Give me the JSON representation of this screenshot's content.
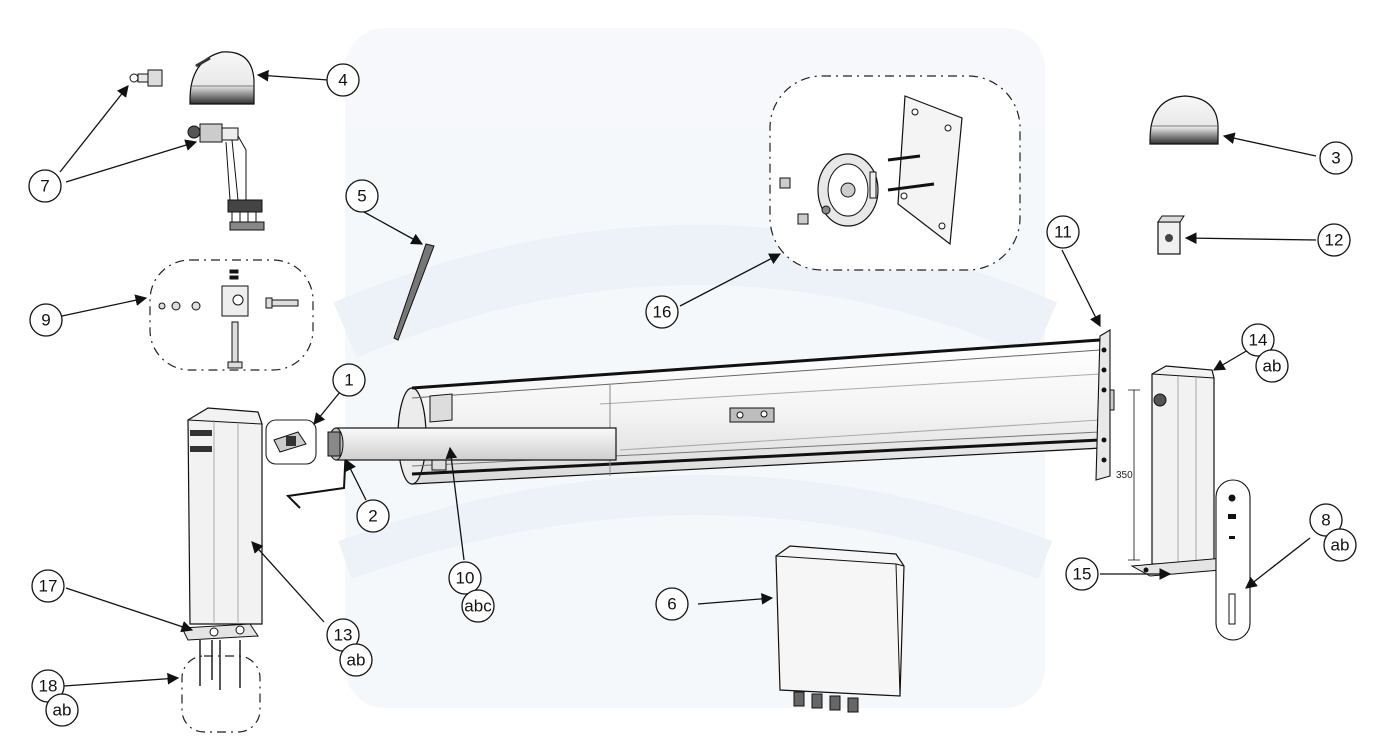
{
  "callouts": [
    {
      "id": "1",
      "label": "1"
    },
    {
      "id": "2",
      "label": "2"
    },
    {
      "id": "3",
      "label": "3"
    },
    {
      "id": "4",
      "label": "4"
    },
    {
      "id": "5",
      "label": "5"
    },
    {
      "id": "6",
      "label": "6"
    },
    {
      "id": "7",
      "label": "7"
    },
    {
      "id": "8",
      "label": "8",
      "suffix": "ab"
    },
    {
      "id": "9",
      "label": "9"
    },
    {
      "id": "10",
      "label": "10",
      "suffix": "abc"
    },
    {
      "id": "11",
      "label": "11"
    },
    {
      "id": "12",
      "label": "12"
    },
    {
      "id": "13",
      "label": "13",
      "suffix": "ab"
    },
    {
      "id": "14",
      "label": "14",
      "suffix": "ab"
    },
    {
      "id": "15",
      "label": "15"
    },
    {
      "id": "16",
      "label": "16"
    },
    {
      "id": "17",
      "label": "17"
    },
    {
      "id": "18",
      "label": "18",
      "suffix": "ab"
    }
  ],
  "dimension": {
    "post_height": "350"
  },
  "colors": {
    "line": "#1a1a1a",
    "fill_light": "#f2f2f2",
    "fill_mid": "#d9d9d9",
    "fill_dark": "#3a3a3a",
    "watermark": "#e6eef6"
  }
}
